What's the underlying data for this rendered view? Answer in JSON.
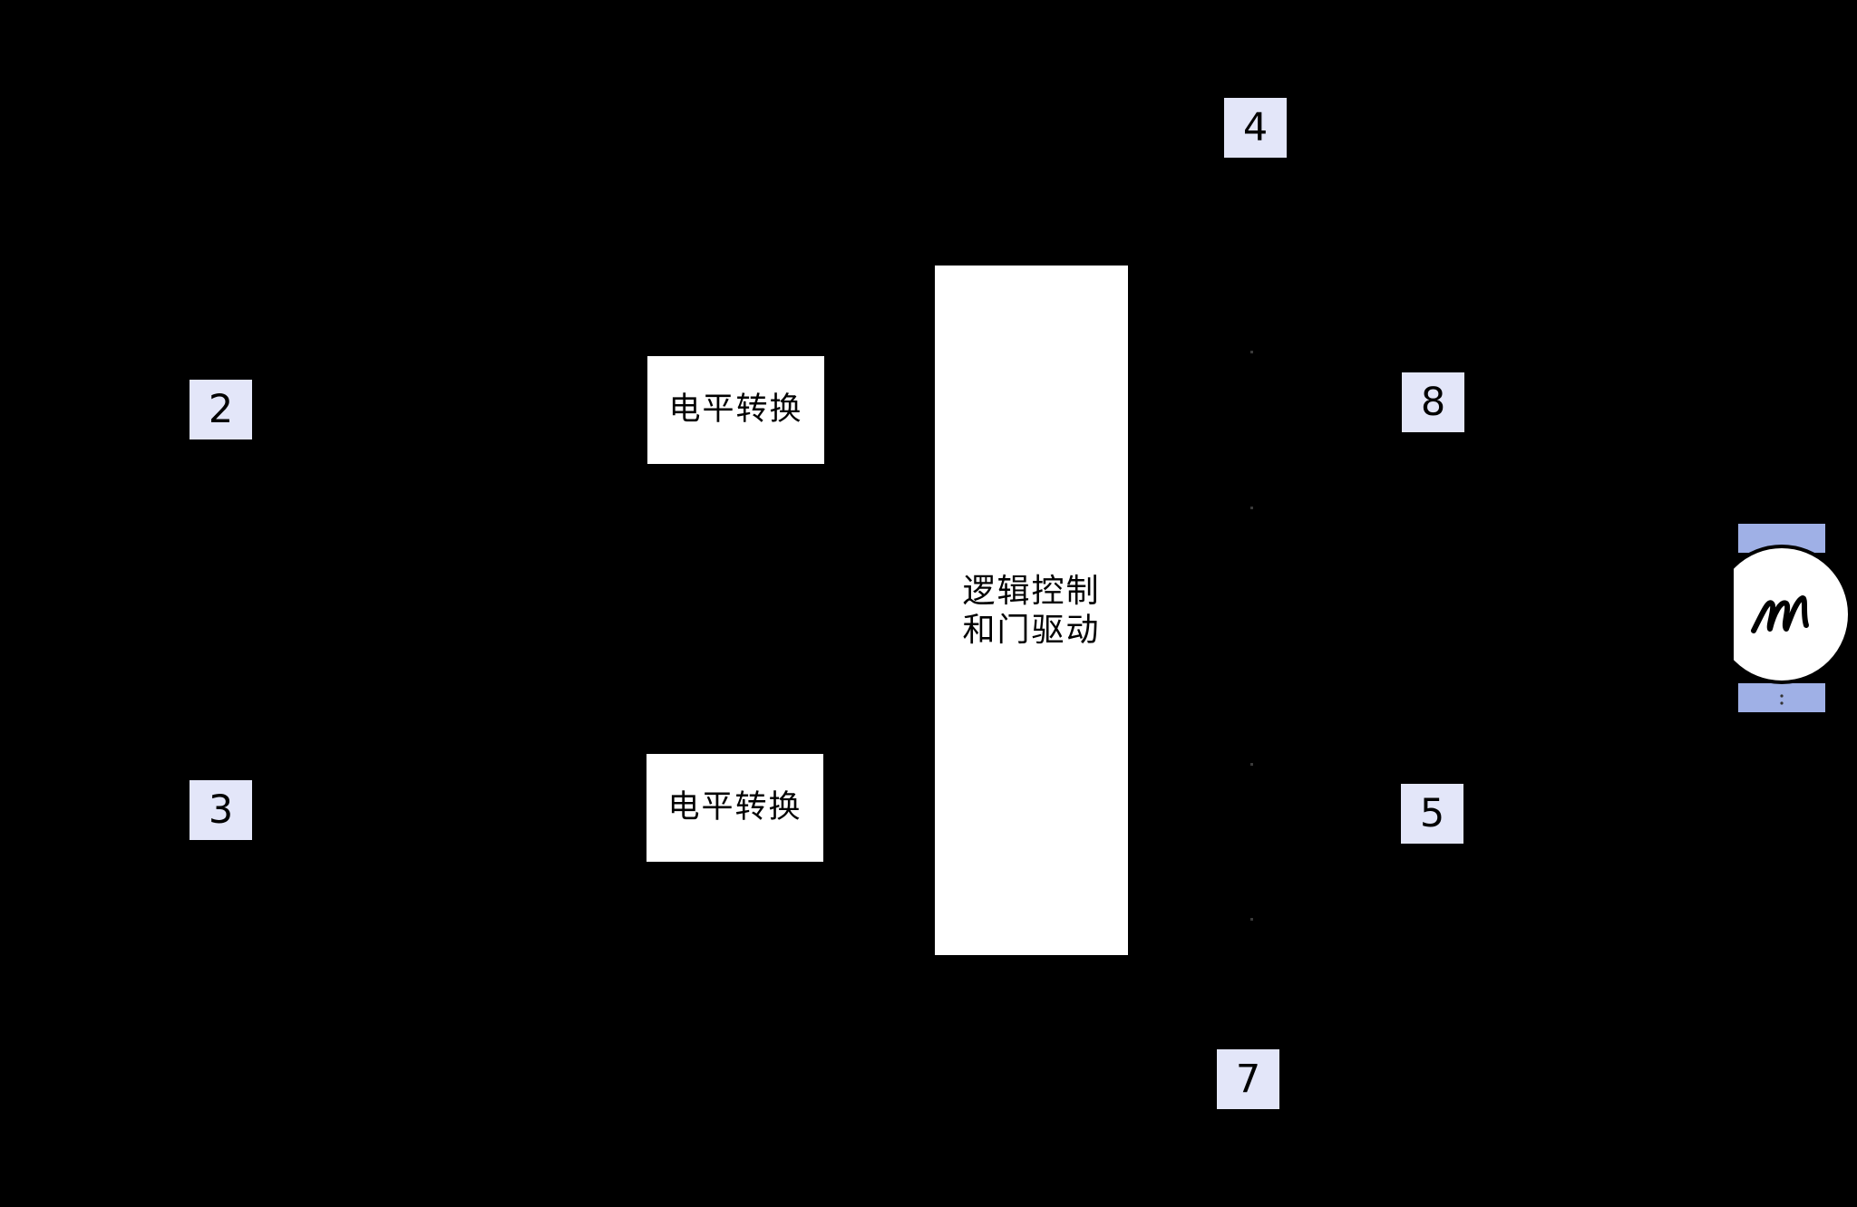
{
  "pins": {
    "pin2": "2",
    "pin3": "3",
    "pin4": "4",
    "pin5": "5",
    "pin7": "7",
    "pin8": "8"
  },
  "blocks": {
    "level_shift_top": "电平转换",
    "level_shift_bottom": "电平转换",
    "logic_line1": "逻辑控制",
    "logic_line2": "和门驱动"
  },
  "motor": {
    "label": "M",
    "icon": "motor-icon"
  },
  "colors": {
    "background": "#000000",
    "block_fill": "#ffffff",
    "pin_fill": "#e3e6f9",
    "motor_bracket": "#9fb0e6"
  }
}
